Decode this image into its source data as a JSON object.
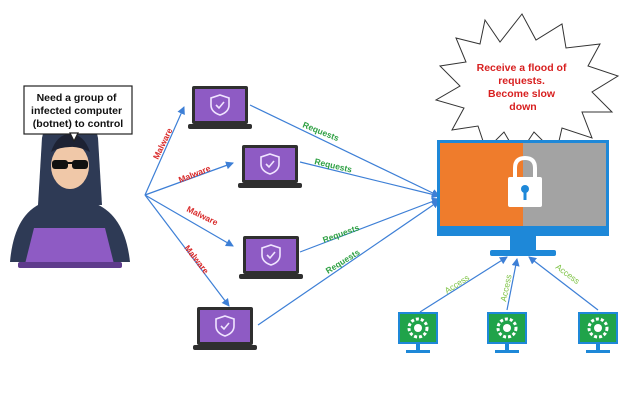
{
  "attacker": {
    "speech_lines": [
      "Need a group of",
      "infected computer",
      "(botnet) to control"
    ]
  },
  "server": {
    "bubble_lines": [
      "Receive a flood of",
      "requests.",
      "Become slow",
      "down"
    ]
  },
  "labels": {
    "malware": "Malware",
    "requests": "Requests",
    "access": "Access"
  },
  "colors": {
    "arrow": "#3d7fd6",
    "laptop_body": "#2f2f2f",
    "laptop_screen": "#8e5bc4",
    "monitor_frame": "#1e88d8",
    "monitor_left": "#ef7c2c",
    "monitor_right": "#a3a3a3",
    "client_screen": "#20a34a",
    "malware_text": "#d92b2b",
    "requests_text": "#2ea043",
    "access_text": "#7cc242",
    "bubble_text": "#d81f1f"
  },
  "icons": [
    "hacker-icon",
    "shield-icon",
    "lock-icon",
    "loading-spinner-icon"
  ]
}
